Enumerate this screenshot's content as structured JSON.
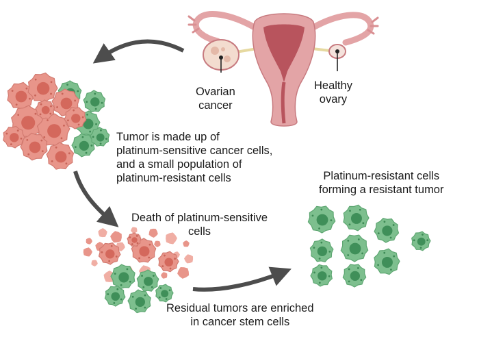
{
  "labels": {
    "ovarian_cancer": [
      "Ovarian",
      "cancer"
    ],
    "healthy_ovary": [
      "Healthy",
      "ovary"
    ],
    "tumor_composition": [
      "Tumor is made up of",
      "platinum-sensitive cancer cells,",
      "and a small population of",
      "platinum-resistant cells"
    ],
    "death_sensitive": [
      "Death of platinum-sensitive",
      "cells"
    ],
    "resistant_tumor": [
      "Platinum-resistant cells",
      "forming a resistant tumor"
    ],
    "residual_tumors": [
      "Residual tumors are enriched",
      "in cancer stem cells"
    ]
  },
  "colors": {
    "sensitive_cell": "#e8958a",
    "sensitive_nucleus": "#d4685c",
    "resistant_cell": "#7dbf8e",
    "resistant_nucleus": "#3f8f59",
    "uterus": "#e3a4a6",
    "uterus_inner": "#b8545d",
    "arrow": "#4d4d4d"
  }
}
